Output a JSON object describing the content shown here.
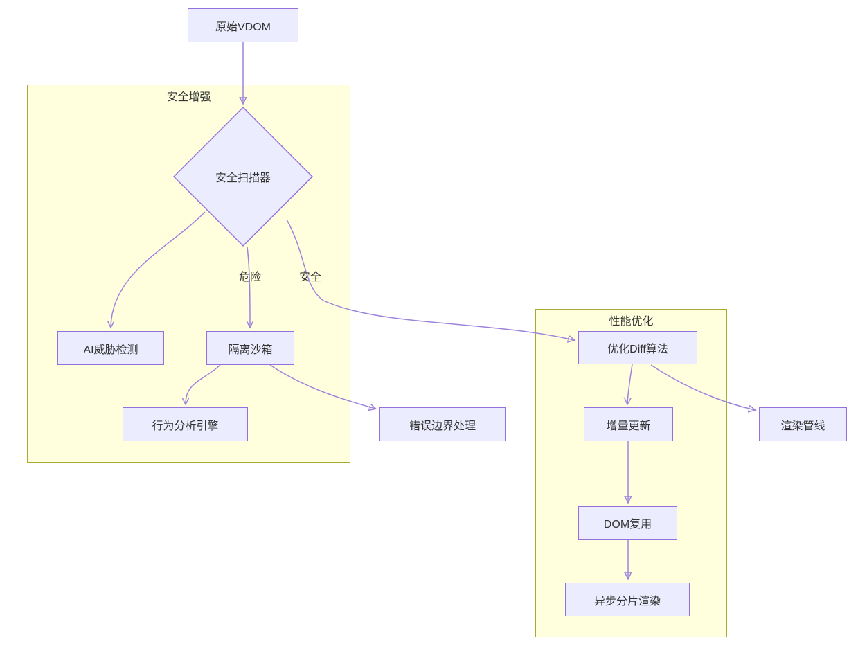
{
  "diagram": {
    "clusters": {
      "security": {
        "label": "安全增强"
      },
      "performance": {
        "label": "性能优化"
      }
    },
    "nodes": {
      "raw_vdom": {
        "label": "原始VDOM",
        "shape": "rect"
      },
      "security_scanner": {
        "label": "安全扫描器",
        "shape": "diamond"
      },
      "ai_threat_detection": {
        "label": "AI威胁检测",
        "shape": "rect"
      },
      "isolation_sandbox": {
        "label": "隔离沙箱",
        "shape": "rect"
      },
      "behavior_analysis_engine": {
        "label": "行为分析引擎",
        "shape": "rect"
      },
      "error_boundary_handling": {
        "label": "错误边界处理",
        "shape": "rect"
      },
      "optimized_diff_algorithm": {
        "label": "优化Diff算法",
        "shape": "rect"
      },
      "incremental_update": {
        "label": "增量更新",
        "shape": "rect"
      },
      "dom_reuse": {
        "label": "DOM复用",
        "shape": "rect"
      },
      "async_chunked_rendering": {
        "label": "异步分片渲染",
        "shape": "rect"
      },
      "render_pipeline": {
        "label": "渲染管线",
        "shape": "rect"
      }
    },
    "edge_labels": {
      "danger": "危险",
      "safe": "安全"
    },
    "edges": [
      {
        "from": "原始VDOM",
        "to": "安全扫描器",
        "label": ""
      },
      {
        "from": "安全扫描器",
        "to": "AI威胁检测",
        "label": ""
      },
      {
        "from": "安全扫描器",
        "to": "隔离沙箱",
        "label": "危险"
      },
      {
        "from": "安全扫描器",
        "to": "优化Diff算法",
        "label": "安全"
      },
      {
        "from": "隔离沙箱",
        "to": "行为分析引擎",
        "label": ""
      },
      {
        "from": "隔离沙箱",
        "to": "错误边界处理",
        "label": ""
      },
      {
        "from": "优化Diff算法",
        "to": "增量更新",
        "label": ""
      },
      {
        "from": "优化Diff算法",
        "to": "渲染管线",
        "label": ""
      },
      {
        "from": "增量更新",
        "to": "DOM复用",
        "label": ""
      },
      {
        "from": "DOM复用",
        "to": "异步分片渲染",
        "label": ""
      }
    ],
    "colors": {
      "node_fill": "#ECECFF",
      "node_border": "#9370DB",
      "cluster_fill": "#FFFFDE",
      "cluster_border": "#AAAA33",
      "edge_line": "#9C84DC",
      "arrowhead": "#1F1F1F",
      "text": "#333333"
    }
  }
}
